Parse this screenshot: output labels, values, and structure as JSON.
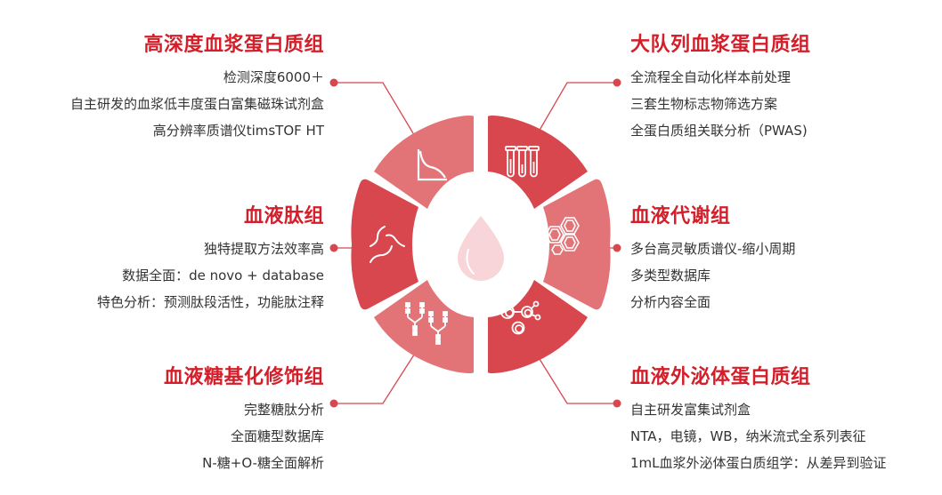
{
  "colors": {
    "title": "#D41F2A",
    "text": "#333333",
    "segment_dark": "#D8474E",
    "segment_light": "#E27478",
    "connector": "#D8474E",
    "drop": "#F8D5D8"
  },
  "center": {
    "icon": "blood-drop-icon"
  },
  "sections": {
    "high_depth_plasma": {
      "title": "高深度血浆蛋白质组",
      "icon": "curve-chart-icon",
      "items": [
        "检测深度6000＋",
        "自主研发的血浆低丰度蛋白富集磁珠试剂盒",
        "高分辨率质谱仪timsTOF HT"
      ]
    },
    "cohort_plasma": {
      "title": "大队列血浆蛋白质组",
      "icon": "test-tubes-icon",
      "items": [
        "全流程全自动化样本前处理",
        "三套生物标志物筛选方案",
        "全蛋白质组关联分析（PWAS)"
      ]
    },
    "peptidome": {
      "title": "血液肽组",
      "icon": "peptide-chains-icon",
      "items": [
        "独特提取方法效率高",
        "数据全面：de novo + database",
        "特色分析：预测肽段活性，功能肽注释"
      ]
    },
    "metabolome": {
      "title": "血液代谢组",
      "icon": "hexagon-molecules-icon",
      "items": [
        "多台高灵敏质谱仪-缩小周期",
        "多类型数据库",
        "分析内容全面"
      ]
    },
    "glycosylation": {
      "title": "血液糖基化修饰组",
      "icon": "glycan-tree-icon",
      "items": [
        "完整糖肽分析",
        "全面糖型数据库",
        "N-糖+O-糖全面解析"
      ]
    },
    "exosome": {
      "title": "血液外泌体蛋白质组",
      "icon": "vesicles-icon",
      "items": [
        "自主研发富集试剂盒",
        "NTA，电镜，WB，纳米流式全系列表征",
        "1mL血浆外泌体蛋白质组学：从差异到验证"
      ]
    }
  }
}
